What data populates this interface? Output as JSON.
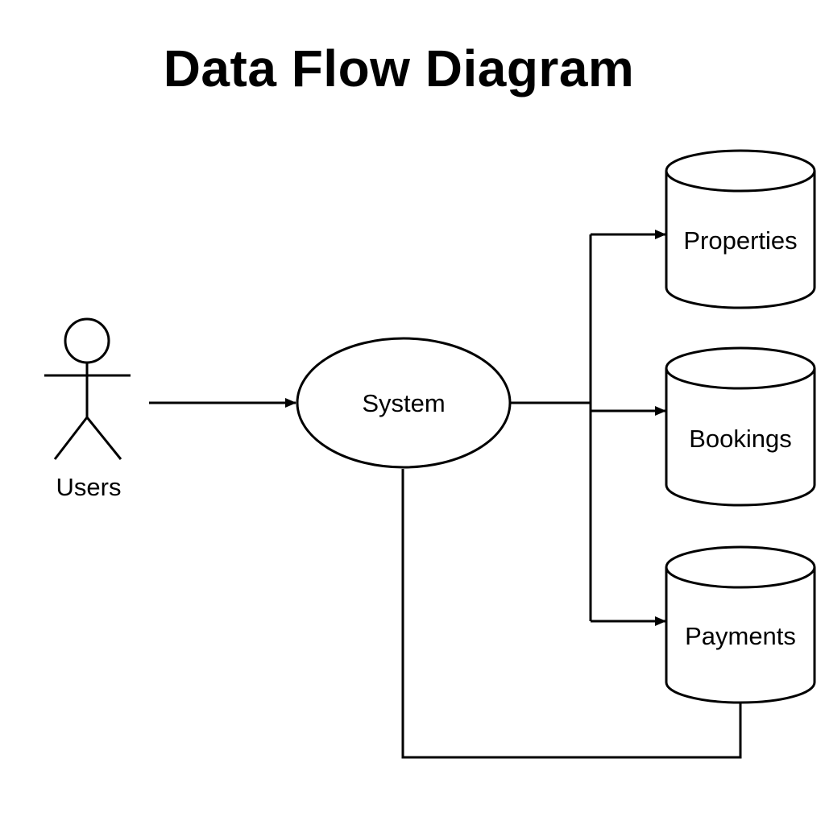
{
  "title": "Data Flow Diagram",
  "colors": {
    "stroke": "#000000",
    "background": "#ffffff"
  },
  "nodes": {
    "actor": {
      "label": "Users",
      "icon": "person-icon"
    },
    "process": {
      "label": "System"
    },
    "stores": [
      {
        "label": "Properties"
      },
      {
        "label": "Bookings"
      },
      {
        "label": "Payments"
      }
    ]
  }
}
